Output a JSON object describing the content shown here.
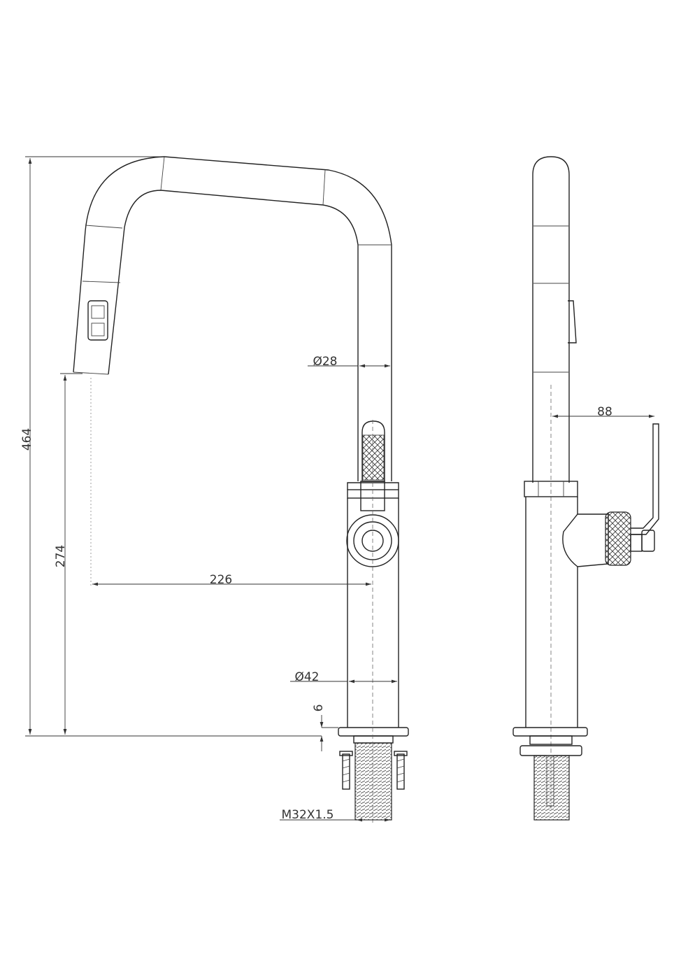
{
  "dimensions": {
    "total_height": "464",
    "spout_height": "274",
    "reach": "226",
    "spout_diameter": "Ø28",
    "body_diameter": "Ø42",
    "base_thickness": "6",
    "thread": "M32X1.5",
    "handle_offset": "88"
  },
  "colors": {
    "line": "#222222",
    "dimension": "#333333",
    "background": "#ffffff"
  }
}
